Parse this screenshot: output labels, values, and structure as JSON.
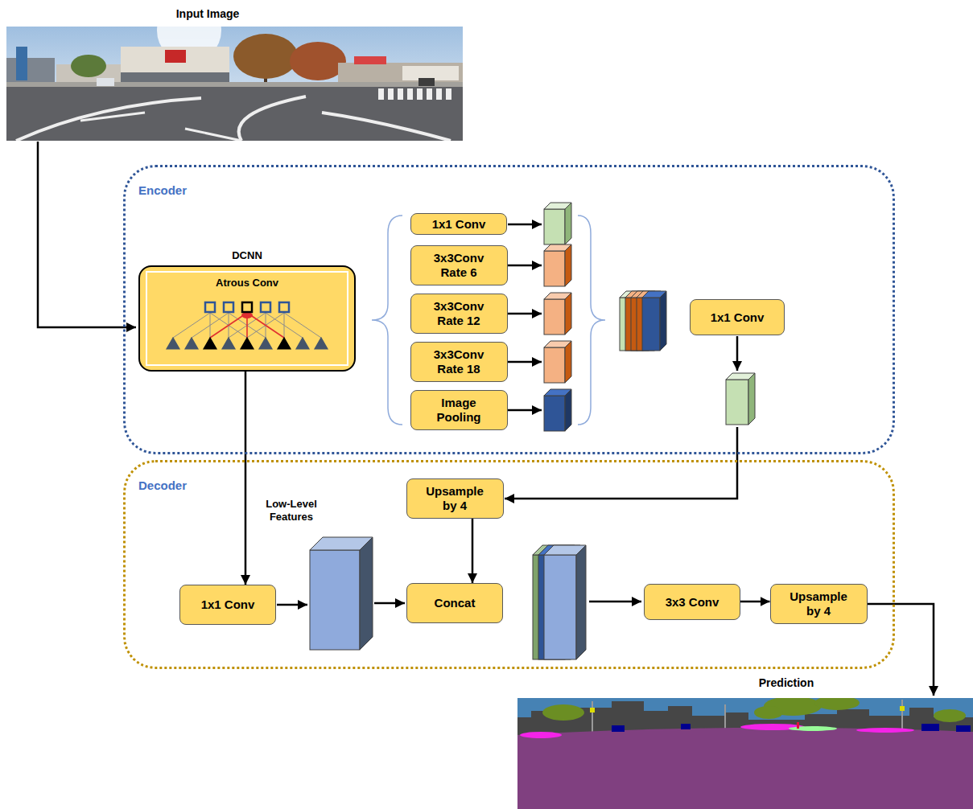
{
  "diagram": {
    "nodes": [
      {
        "text": [
          "Encoder"
        ]
      },
      {
        "text": [
          "DCNN",
          "Atrous Conv"
        ],
        "in": 0
      },
      {
        "text": [
          "1x1 Conv"
        ],
        "in": 0
      },
      {
        "text": [
          "3x3Conv Rate 6"
        ],
        "in": 0
      },
      {
        "text": [
          "3x3Conv Rate 12"
        ],
        "in": 0
      },
      {
        "text": [
          "3x3Conv Rate 18"
        ],
        "in": 0
      },
      {
        "text": [
          "Image Pooling"
        ],
        "in": 0
      },
      {
        "text": [
          "1x1 Conv"
        ],
        "in": 0
      },
      {
        "text": [
          "Decoder"
        ]
      },
      {
        "text": [
          "Upsample by 4"
        ],
        "in": 8
      },
      {
        "text": [
          "1x1 Conv"
        ],
        "in": 8
      },
      {
        "text": [
          "Concat"
        ],
        "in": 8
      },
      {
        "text": [
          "3x3 Conv"
        ],
        "in": 8
      },
      {
        "text": [
          "Upsample by 4"
        ],
        "in": 8
      }
    ],
    "edges": [
      {
        "from": 1,
        "to": 10,
        "arrow": "to",
        "label": "Low-Level Features"
      },
      {
        "from": 9,
        "to": 11,
        "arrow": "to"
      },
      {
        "from": 12,
        "to": 13,
        "arrow": "to"
      }
    ],
    "labels": [
      "Input Image",
      "Prediction"
    ]
  }
}
